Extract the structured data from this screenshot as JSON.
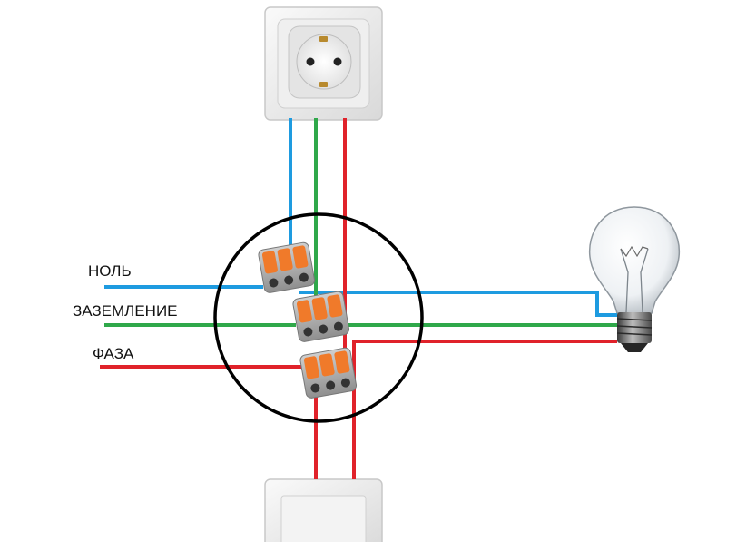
{
  "labels": {
    "neutral": "НОЛЬ",
    "ground": "ЗАЗЕМЛЕНИЕ",
    "phase": "ФАЗА"
  },
  "colors": {
    "neutral_wire": "#1e9be0",
    "ground_wire": "#2fa84a",
    "phase_wire": "#e0222a",
    "junction_circle": "#000000",
    "connector_orange": "#f07a2a"
  },
  "icons": {
    "socket": "socket-icon",
    "lamp": "light-bulb-icon",
    "switch": "light-switch-icon",
    "connector": "wago-connector-icon"
  }
}
